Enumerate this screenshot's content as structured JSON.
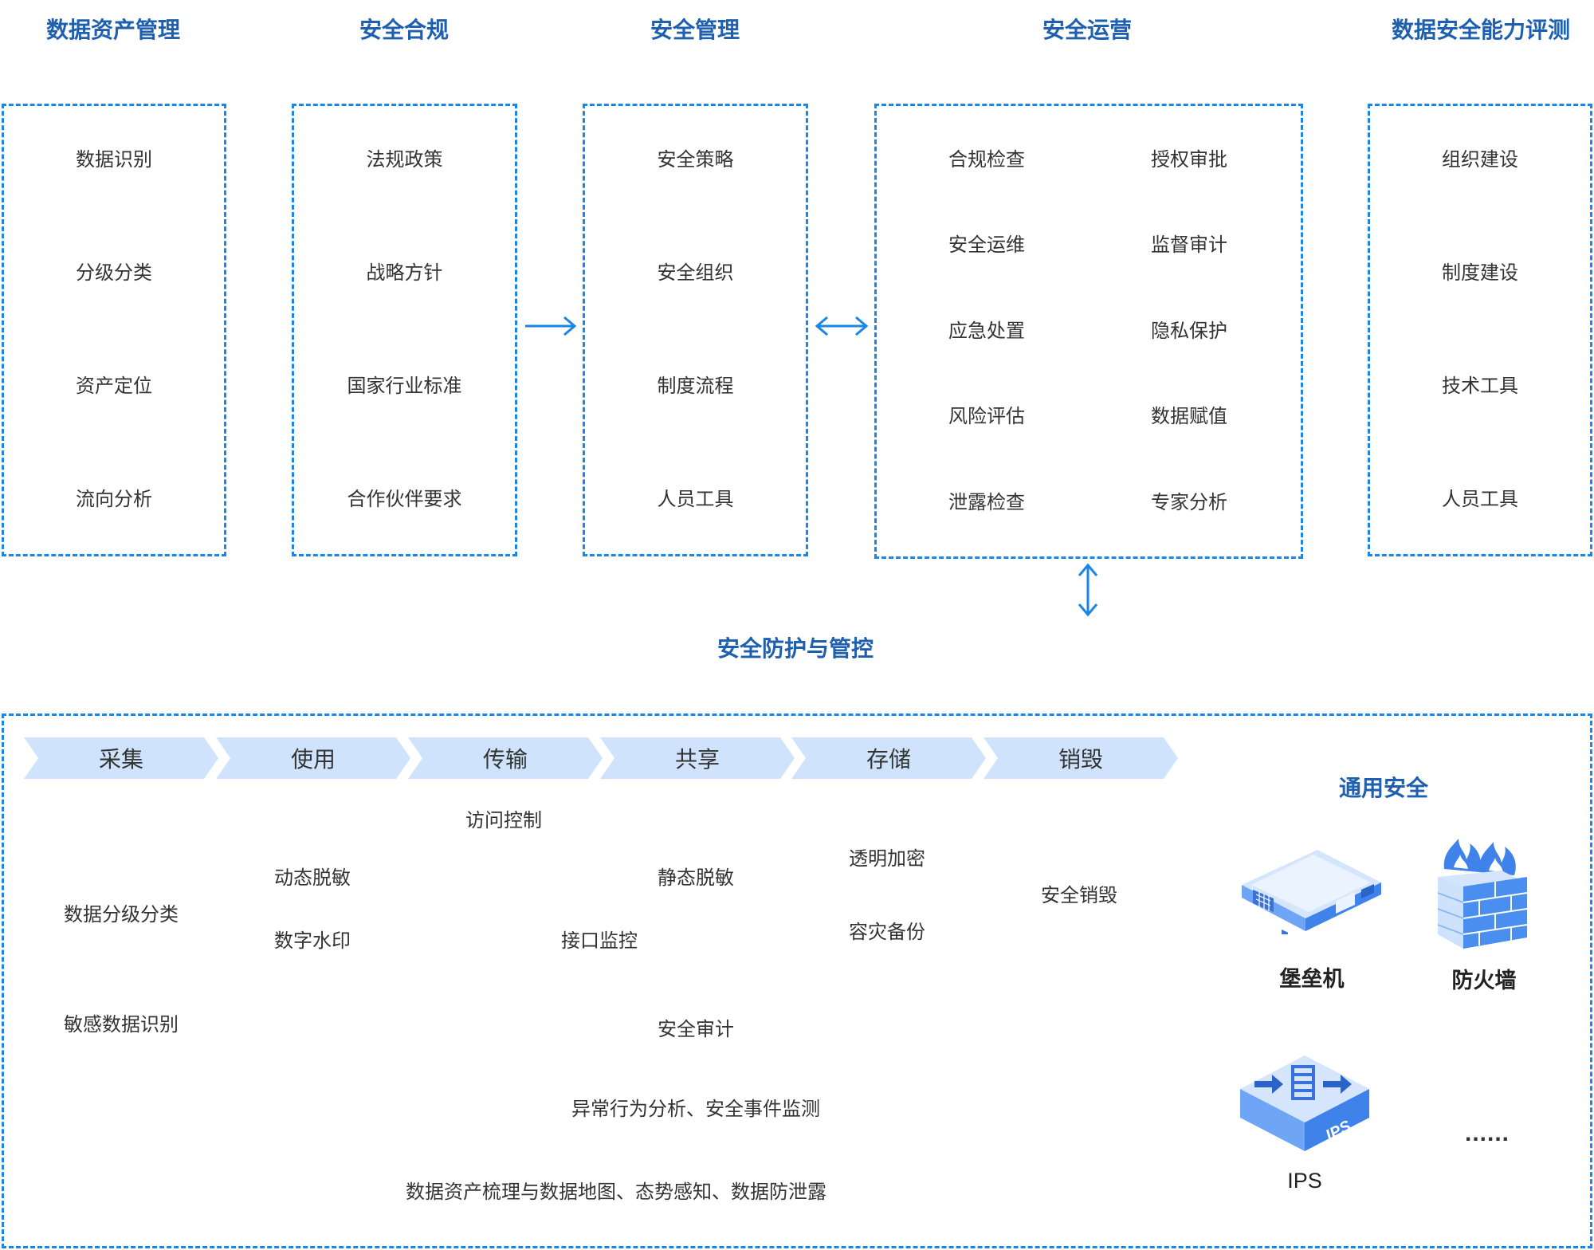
{
  "columns": [
    {
      "title": "数据资产管理",
      "items": [
        "数据识别",
        "分级分类",
        "资产定位",
        "流向分析"
      ]
    },
    {
      "title": "安全合规",
      "items": [
        "法规政策",
        "战略方针",
        "国家行业标准",
        "合作伙伴要求"
      ]
    },
    {
      "title": "安全管理",
      "items": [
        "安全策略",
        "安全组织",
        "制度流程",
        "人员工具"
      ]
    },
    {
      "title": "安全运营",
      "left": [
        "合规检查",
        "安全运维",
        "应急处置",
        "风险评估",
        "泄露检查"
      ],
      "right": [
        "授权审批",
        "监督审计",
        "隐私保护",
        "数据赋值",
        "专家分析"
      ]
    },
    {
      "title": "数据安全能力评测",
      "items": [
        "组织建设",
        "制度建设",
        "技术工具",
        "人员工具"
      ]
    }
  ],
  "bottom": {
    "title": "安全防护与管控",
    "stages": [
      "采集",
      "使用",
      "传输",
      "共享",
      "存储",
      "销毁"
    ],
    "capabilities": {
      "classify": "数据分级分类",
      "sensitive": "敏感数据识别",
      "dynamic_mask": "动态脱敏",
      "watermark": "数字水印",
      "access": "访问控制",
      "api_monitor": "接口监控",
      "static_mask": "静态脱敏",
      "audit": "安全审计",
      "encrypt": "透明加密",
      "backup": "容灾备份",
      "destroy": "安全销毁",
      "anomaly": "异常行为分析、安全事件监测",
      "asset_map": "数据资产梳理与数据地图、态势感知、数据防泄露"
    },
    "general": {
      "title": "通用安全",
      "devices": [
        {
          "label": "堡垒机",
          "icon": "bastion-host-icon"
        },
        {
          "label": "防火墙",
          "icon": "firewall-icon"
        },
        {
          "label": "IPS",
          "icon": "ips-icon",
          "badge": "IPS"
        }
      ],
      "more": "......"
    }
  },
  "colors": {
    "title": "#1f5fb0",
    "border": "#1a86e8",
    "chevron": "#cfe4fc",
    "device": "#4a8ef0"
  }
}
